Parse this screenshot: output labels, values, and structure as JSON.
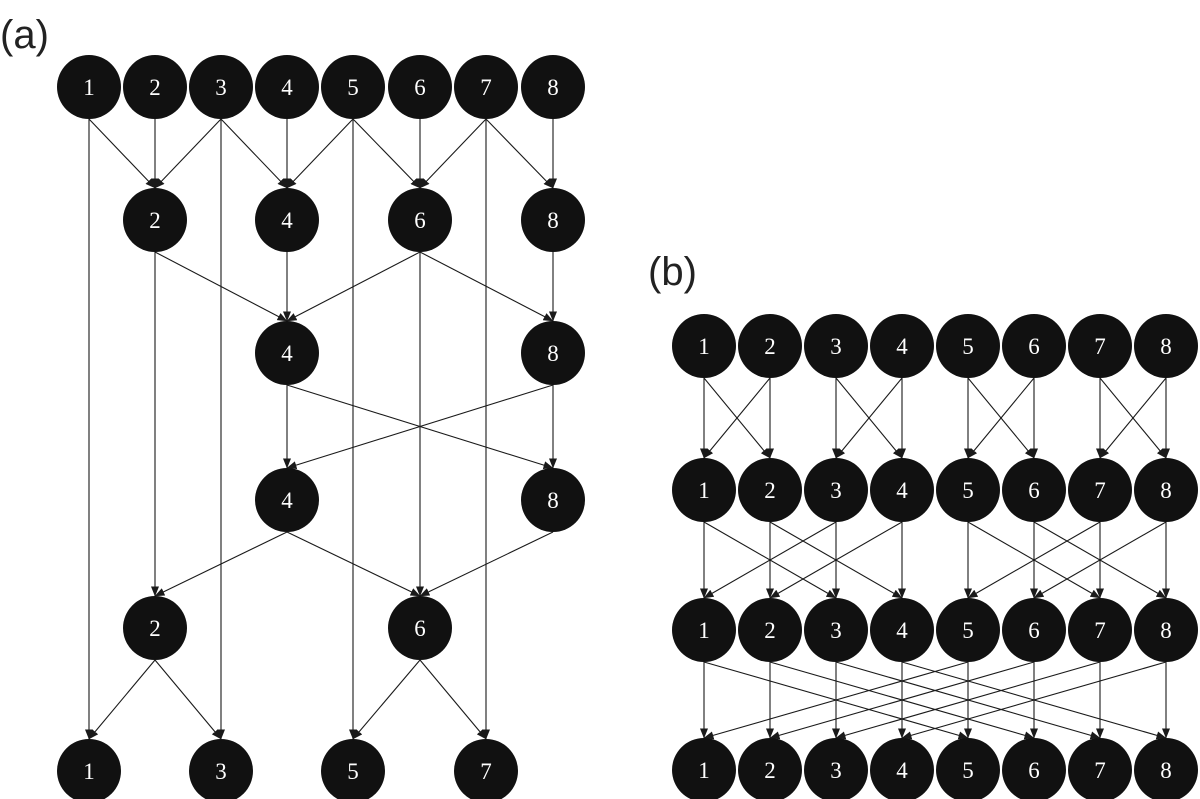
{
  "colors": {
    "node_fill": "#111111",
    "node_text": "#ffffff",
    "edge": "#1a1a1a",
    "label": "#222222"
  },
  "panels": [
    {
      "id": "a",
      "label": "(a)",
      "layers": [
        [
          "1",
          "2",
          "3",
          "4",
          "5",
          "6",
          "7",
          "8"
        ],
        [
          "2",
          "4",
          "6",
          "8"
        ],
        [
          "4",
          "8"
        ],
        [
          "4",
          "8"
        ],
        [
          "2",
          "6"
        ],
        [
          "1",
          "3",
          "5",
          "7"
        ]
      ],
      "edges": [
        [
          "0.1",
          "1.2"
        ],
        [
          "0.2",
          "1.2"
        ],
        [
          "0.3",
          "1.2"
        ],
        [
          "0.3",
          "1.4"
        ],
        [
          "0.4",
          "1.4"
        ],
        [
          "0.5",
          "1.4"
        ],
        [
          "0.5",
          "1.6"
        ],
        [
          "0.6",
          "1.6"
        ],
        [
          "0.7",
          "1.6"
        ],
        [
          "0.7",
          "1.8"
        ],
        [
          "0.8",
          "1.8"
        ],
        [
          "1.2",
          "2.4"
        ],
        [
          "1.4",
          "2.4"
        ],
        [
          "1.6",
          "2.4"
        ],
        [
          "1.6",
          "2.8"
        ],
        [
          "1.8",
          "2.8"
        ],
        [
          "2.4",
          "3.4"
        ],
        [
          "2.8",
          "3.4"
        ],
        [
          "2.4",
          "3.8"
        ],
        [
          "2.8",
          "3.8"
        ],
        [
          "3.4",
          "4.2"
        ],
        [
          "3.4",
          "4.6"
        ],
        [
          "3.8",
          "4.6"
        ],
        [
          "1.2",
          "4.2"
        ],
        [
          "1.6",
          "4.6"
        ],
        [
          "4.2",
          "5.1"
        ],
        [
          "4.2",
          "5.3"
        ],
        [
          "4.6",
          "5.5"
        ],
        [
          "4.6",
          "5.7"
        ],
        [
          "0.1",
          "5.1"
        ],
        [
          "0.3",
          "5.3"
        ],
        [
          "0.5",
          "5.5"
        ],
        [
          "0.7",
          "5.7"
        ]
      ]
    },
    {
      "id": "b",
      "label": "(b)",
      "layers": [
        [
          "1",
          "2",
          "3",
          "4",
          "5",
          "6",
          "7",
          "8"
        ],
        [
          "1",
          "2",
          "3",
          "4",
          "5",
          "6",
          "7",
          "8"
        ],
        [
          "1",
          "2",
          "3",
          "4",
          "5",
          "6",
          "7",
          "8"
        ],
        [
          "1",
          "2",
          "3",
          "4",
          "5",
          "6",
          "7",
          "8"
        ]
      ],
      "stage_offsets": [
        1,
        2,
        4
      ]
    }
  ]
}
